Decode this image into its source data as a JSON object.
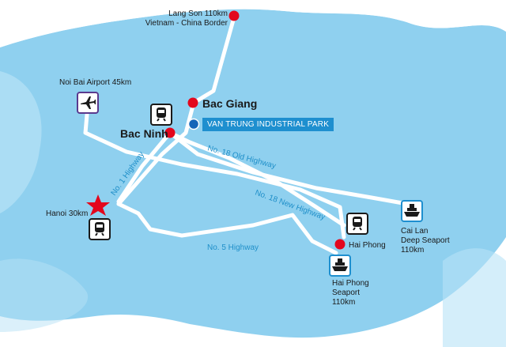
{
  "colors": {
    "sea": "#8fd0ef",
    "sea_light": "#b7e2f6",
    "road": "#ffffff",
    "dot": "#e3071d",
    "star": "#e3071d",
    "park_badge": "#1e8fcf",
    "road_label": "#1f8fc9",
    "airport_frame": "#5a3a8e"
  },
  "places": {
    "lang_son": {
      "line1": "Lang Son 110km",
      "line2": "Vietnam - China Border"
    },
    "noi_bai": {
      "label": "Noi Bai Airport 45km",
      "icon": "airplane-icon"
    },
    "bac_giang": {
      "label": "Bac Giang"
    },
    "bac_ninh": {
      "label": "Bac Ninh",
      "icon": "train-icon"
    },
    "van_trung": {
      "label": "VAN TRUNG INDUSTRIAL PARK"
    },
    "hanoi": {
      "label": "Hanoi 30km",
      "icon": "train-icon",
      "marker": "star-icon"
    },
    "hai_phong": {
      "label": "Hai Phong",
      "icon": "train-icon"
    },
    "hai_phong_seaport": {
      "line1": "Hai Phong",
      "line2": "Seaport",
      "line3": "110km",
      "icon": "ship-icon"
    },
    "cai_lan": {
      "line1": "Cai Lan",
      "line2": "Deep Seaport",
      "line3": "110km",
      "icon": "ship-icon"
    }
  },
  "roads": {
    "no1": "No. 1 Highway",
    "no18_old": "No. 18 Old Highway",
    "no18_new": "No. 18 New Highway",
    "no5": "No. 5 Highway"
  }
}
